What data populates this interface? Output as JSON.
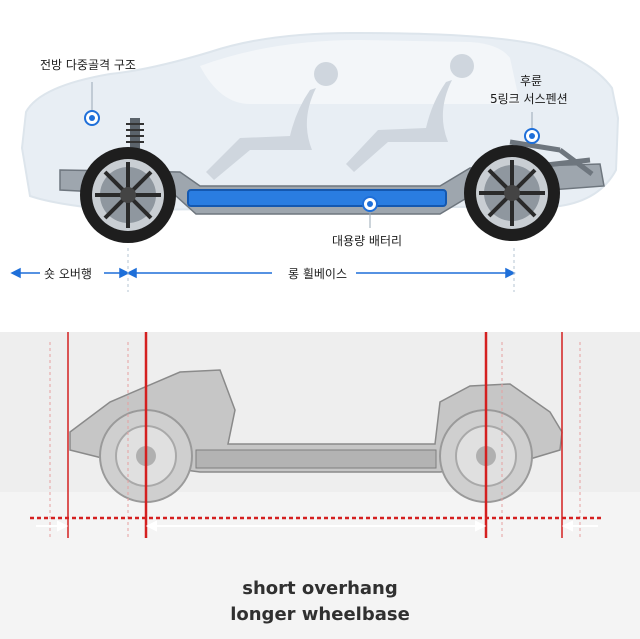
{
  "top_panel": {
    "label_front_structure": "전방 다중골격 구조",
    "label_rear_suspension_line1": "후륜",
    "label_rear_suspension_line2": "5링크 서스펜션",
    "label_battery": "대용량 배터리",
    "label_short_overhang": "숏 오버행",
    "label_long_wheelbase": "롱 휠베이스"
  },
  "bottom_panel": {
    "caption_line1": "short overhang",
    "caption_line2": "longer wheelbase"
  },
  "colors": {
    "accent_blue": "#1e6fd9",
    "battery_blue": "#2a7de1",
    "dim_red": "#d42020",
    "car_ghost": "#e9eef3",
    "caption_text": "#303030"
  },
  "icons": [
    "hotspot-dot-icon",
    "arrow-left-icon",
    "arrow-right-icon"
  ]
}
